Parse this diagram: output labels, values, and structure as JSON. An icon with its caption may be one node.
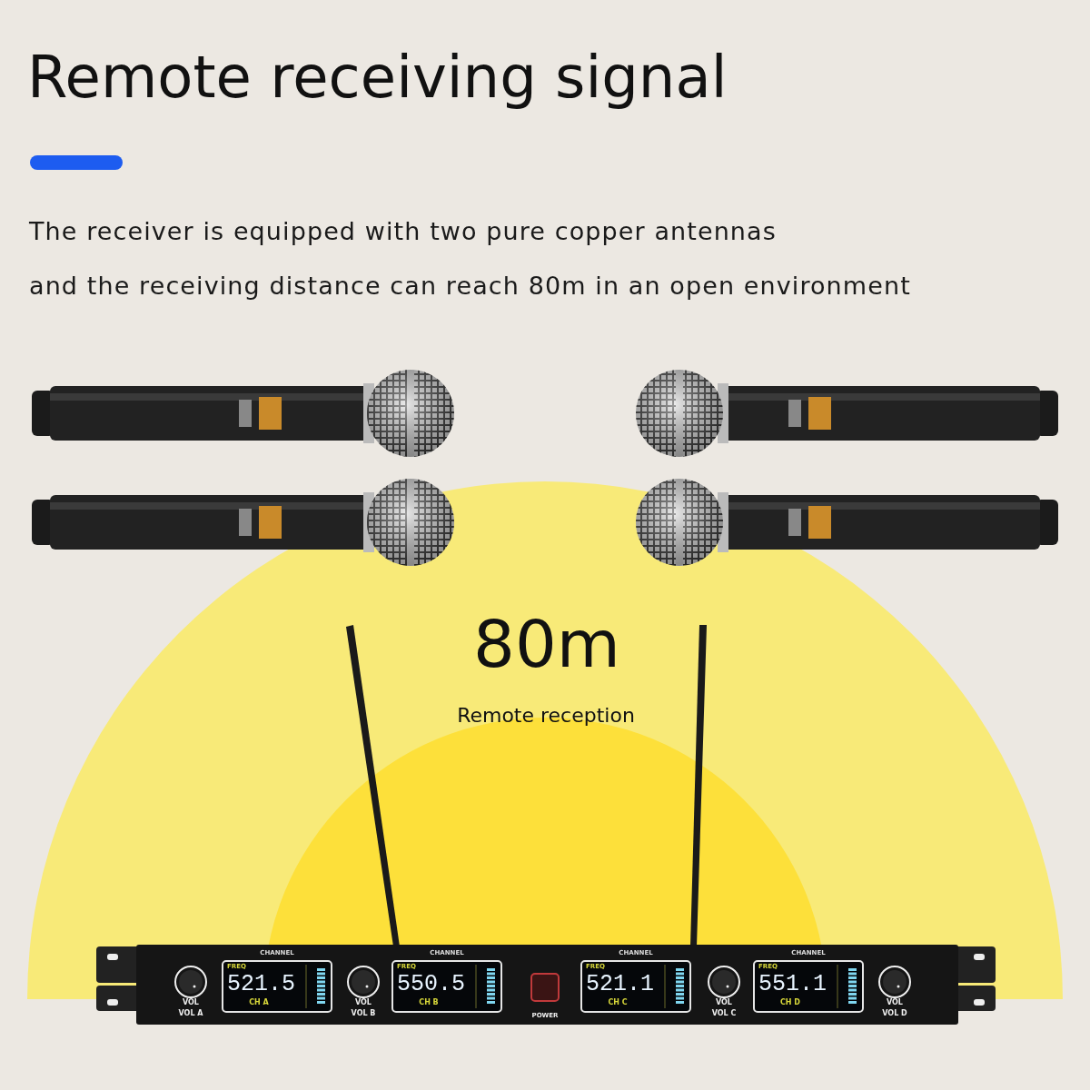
{
  "diagram": {
    "title": "Remote receiving signal",
    "labels": [
      "The receiver is equipped with two pure copper antennas",
      "and the receiving distance can reach 80m in an open environment",
      "80m",
      "Remote reception",
      "CHANNEL",
      "FREQ",
      "521.5",
      "CH A",
      "VOL",
      "VOL A",
      "CHANNEL",
      "FREQ",
      "550.5",
      "CH B",
      "VOL",
      "VOL B",
      "POWER",
      "CHANNEL",
      "FREQ",
      "521.1",
      "CH C",
      "VOL",
      "VOL C",
      "CHANNEL",
      "FREQ",
      "551.1",
      "CH D",
      "VOL",
      "VOL D"
    ]
  }
}
